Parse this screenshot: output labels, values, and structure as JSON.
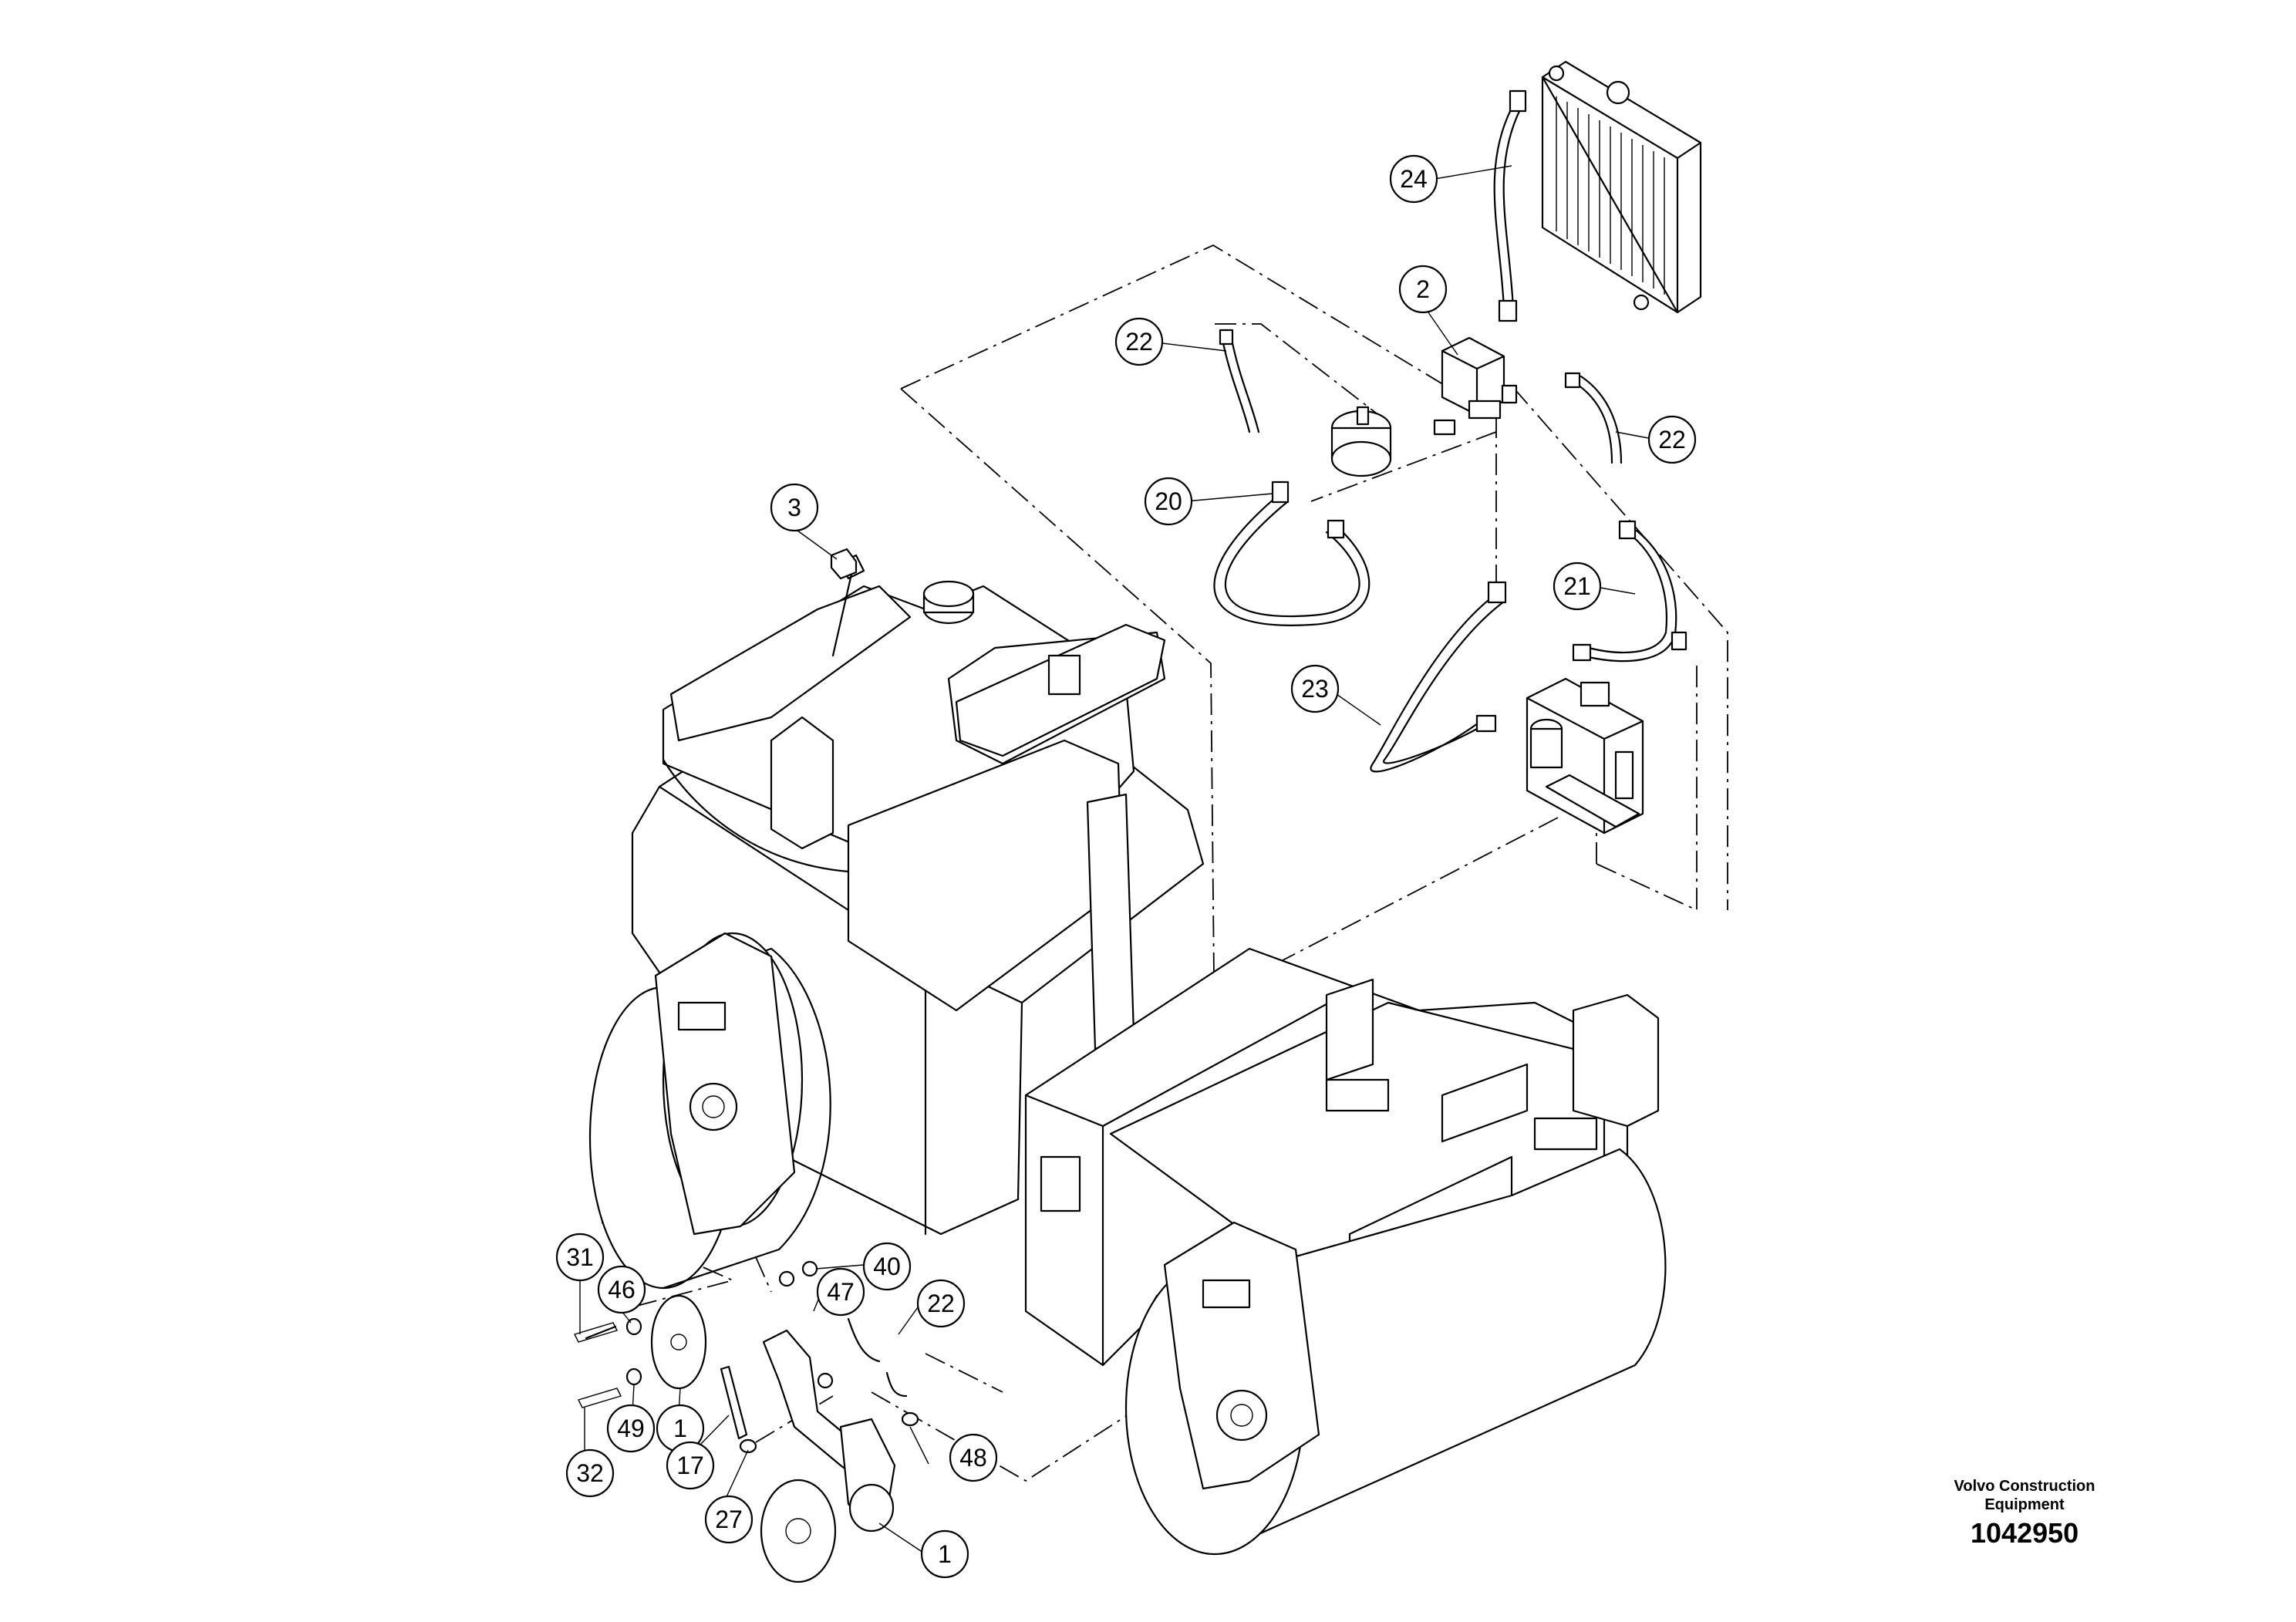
{
  "callouts": [
    {
      "id": "c24a",
      "label": "24"
    },
    {
      "id": "c2",
      "label": "2"
    },
    {
      "id": "c22a",
      "label": "22"
    },
    {
      "id": "c22b",
      "label": "22"
    },
    {
      "id": "c20",
      "label": "20"
    },
    {
      "id": "c3",
      "label": "3"
    },
    {
      "id": "c21",
      "label": "21"
    },
    {
      "id": "c23",
      "label": "23"
    },
    {
      "id": "c31",
      "label": "31"
    },
    {
      "id": "c46",
      "label": "46"
    },
    {
      "id": "c40",
      "label": "40"
    },
    {
      "id": "c47",
      "label": "47"
    },
    {
      "id": "c22c",
      "label": "22"
    },
    {
      "id": "c49",
      "label": "49"
    },
    {
      "id": "c1a",
      "label": "1"
    },
    {
      "id": "c32",
      "label": "32"
    },
    {
      "id": "c17",
      "label": "17"
    },
    {
      "id": "c48",
      "label": "48"
    },
    {
      "id": "c27",
      "label": "27"
    },
    {
      "id": "c1b",
      "label": "1"
    }
  ],
  "brand": {
    "line1": "Volvo Construction",
    "line2": "Equipment"
  },
  "document_number": "1042950"
}
